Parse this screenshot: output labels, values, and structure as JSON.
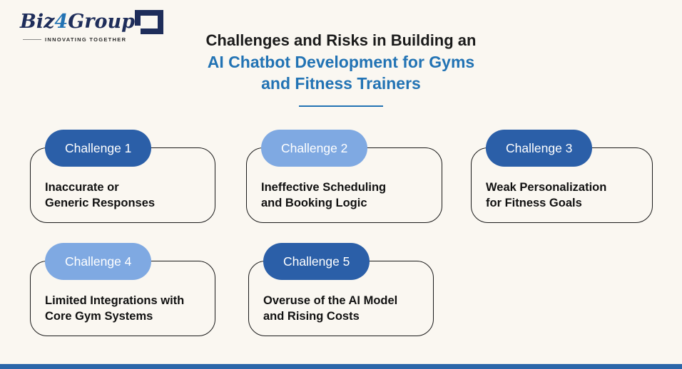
{
  "colors": {
    "background": "#faf7f1",
    "title_accent": "#2273b4",
    "badge_dark": "#2b5fa8",
    "badge_light": "#7fa9e2",
    "badge_text": "#ffffff",
    "card_border": "#1a1a1a",
    "footer_bar": "#2b66a9",
    "logo_navy": "#1e2d5a"
  },
  "logo": {
    "brand_prefix": "Biz",
    "brand_number": "4",
    "brand_suffix": "Group",
    "tagline": "INNOVATING TOGETHER"
  },
  "header": {
    "title_line1": "Challenges and Risks in Building an",
    "title_line2": "AI Chatbot Development for Gyms",
    "title_line3": "and Fitness Trainers"
  },
  "cards": [
    {
      "badge": "Challenge 1",
      "variant": "dark",
      "line1": "Inaccurate or",
      "line2": "Generic Responses"
    },
    {
      "badge": "Challenge 2",
      "variant": "light",
      "line1": "Ineffective Scheduling",
      "line2": "and Booking Logic"
    },
    {
      "badge": "Challenge 3",
      "variant": "dark",
      "line1": "Weak Personalization",
      "line2": "for Fitness Goals"
    },
    {
      "badge": "Challenge 4",
      "variant": "light",
      "line1": "Limited Integrations with",
      "line2": "Core Gym Systems"
    },
    {
      "badge": "Challenge 5",
      "variant": "dark",
      "line1": "Overuse of the AI Model",
      "line2": "and Rising Costs"
    }
  ]
}
